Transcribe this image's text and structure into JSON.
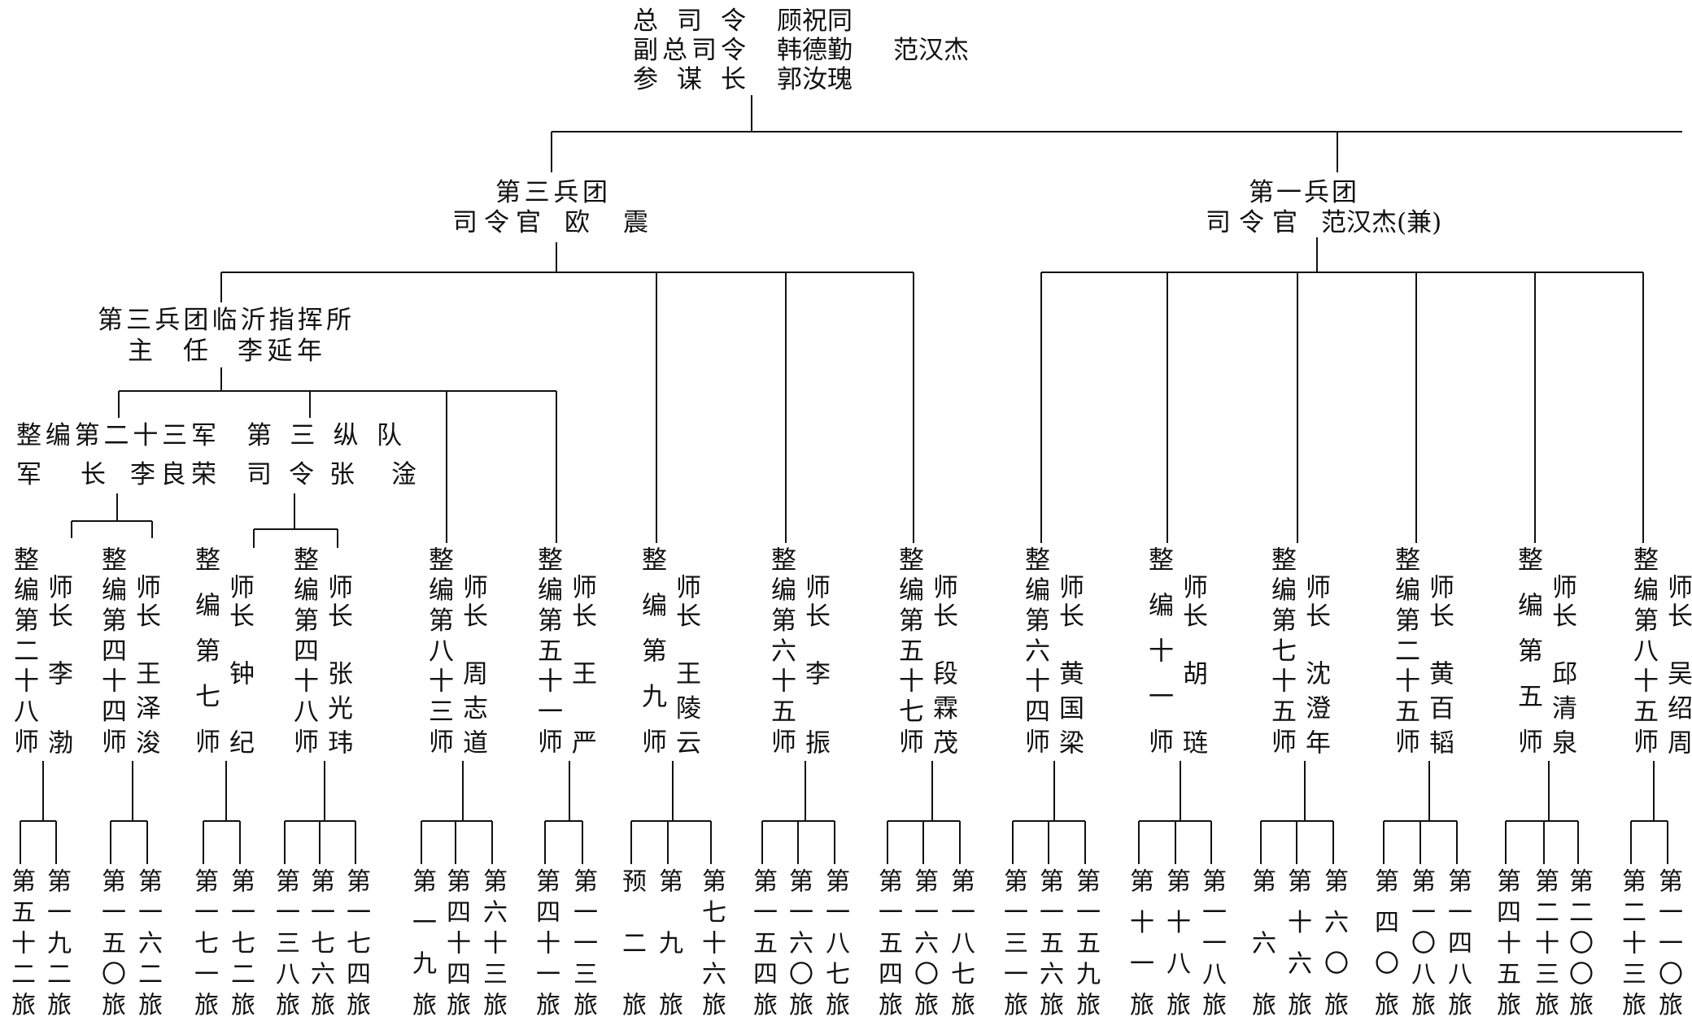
{
  "command": {
    "rows": [
      {
        "title": "总司令",
        "names": [
          "顾祝同"
        ]
      },
      {
        "title": "副总司令",
        "names": [
          "韩德勤",
          "范汉杰"
        ]
      },
      {
        "title": "参谋长",
        "names": [
          "郭汝瑰"
        ]
      }
    ]
  },
  "groups": [
    {
      "name": "第三兵团",
      "title": "司令官",
      "commander": "欧震"
    },
    {
      "name": "第一兵团",
      "title": "司令官",
      "commander": "范汉杰(兼)"
    }
  ],
  "linyi": {
    "name": "第三兵团临沂指挥所",
    "title": "主任",
    "commander": "李延年"
  },
  "army23": {
    "name": "整编第二十三军",
    "title": "军长",
    "commander": "李良荣"
  },
  "column3": {
    "name": "第三纵队",
    "title": "司令",
    "commander": "张淦"
  },
  "divisions": [
    {
      "name": "整编第二十八师",
      "title": "师长",
      "commander": "李渤",
      "brigades": [
        "第五十二旅",
        "第一九二旅"
      ]
    },
    {
      "name": "整编第四十四师",
      "title": "师长",
      "commander": "王泽浚",
      "brigades": [
        "第一五〇旅",
        "第一六二旅"
      ]
    },
    {
      "name": "整编第七师",
      "title": "师长",
      "commander": "钟纪",
      "brigades": [
        "第一七一旅",
        "第一七二旅"
      ]
    },
    {
      "name": "整编第四十八师",
      "title": "师长",
      "commander": "张光玮",
      "brigades": [
        "第一三八旅",
        "第一七六旅",
        "第一七四旅"
      ]
    },
    {
      "name": "整编第八十三师",
      "title": "师长",
      "commander": "周志道",
      "brigades": [
        "第一九旅",
        "第四十四旅",
        "第六十三旅"
      ]
    },
    {
      "name": "整编第五十一师",
      "title": "师长",
      "commander": "王严",
      "brigades": [
        "第四十一旅",
        "第一一三旅"
      ]
    },
    {
      "name": "整编第九师",
      "title": "师长",
      "commander": "王陵云",
      "brigades": [
        "预二旅",
        "第九旅",
        "第七十六旅"
      ]
    },
    {
      "name": "整编第六十五师",
      "title": "师长",
      "commander": "李振",
      "brigades": [
        "第一五四旅",
        "第一六〇旅",
        "第一八七旅"
      ]
    },
    {
      "name": "整编第五十七师",
      "title": "师长",
      "commander": "段霖茂",
      "brigades": [
        "第一五四旅",
        "第一六〇旅",
        "第一八七旅"
      ]
    },
    {
      "name": "整编第六十四师",
      "title": "师长",
      "commander": "黄国梁",
      "brigades": [
        "第一三一旅",
        "第一五六旅",
        "第一五九旅"
      ]
    },
    {
      "name": "整编十一师",
      "title": "师长",
      "commander": "胡琏",
      "brigades": [
        "第十一旅",
        "第十八旅",
        "第一一八旅"
      ]
    },
    {
      "name": "整编第七十五师",
      "title": "师长",
      "commander": "沈澄年",
      "brigades": [
        "第六旅",
        "第十六旅",
        "第六〇旅"
      ]
    },
    {
      "name": "整编第二十五师",
      "title": "师长",
      "commander": "黄百韬",
      "brigades": [
        "第四〇旅",
        "第一〇八旅",
        "第一四八旅"
      ]
    },
    {
      "name": "整编第五师",
      "title": "师长",
      "commander": "邱清泉",
      "brigades": [
        "第四十五旅",
        "第二十三旅",
        "第二〇〇旅"
      ]
    },
    {
      "name": "整编第八十五师",
      "title": "师长",
      "commander": "吴绍周",
      "brigades": [
        "第二十三旅",
        "第一一〇旅"
      ]
    }
  ]
}
